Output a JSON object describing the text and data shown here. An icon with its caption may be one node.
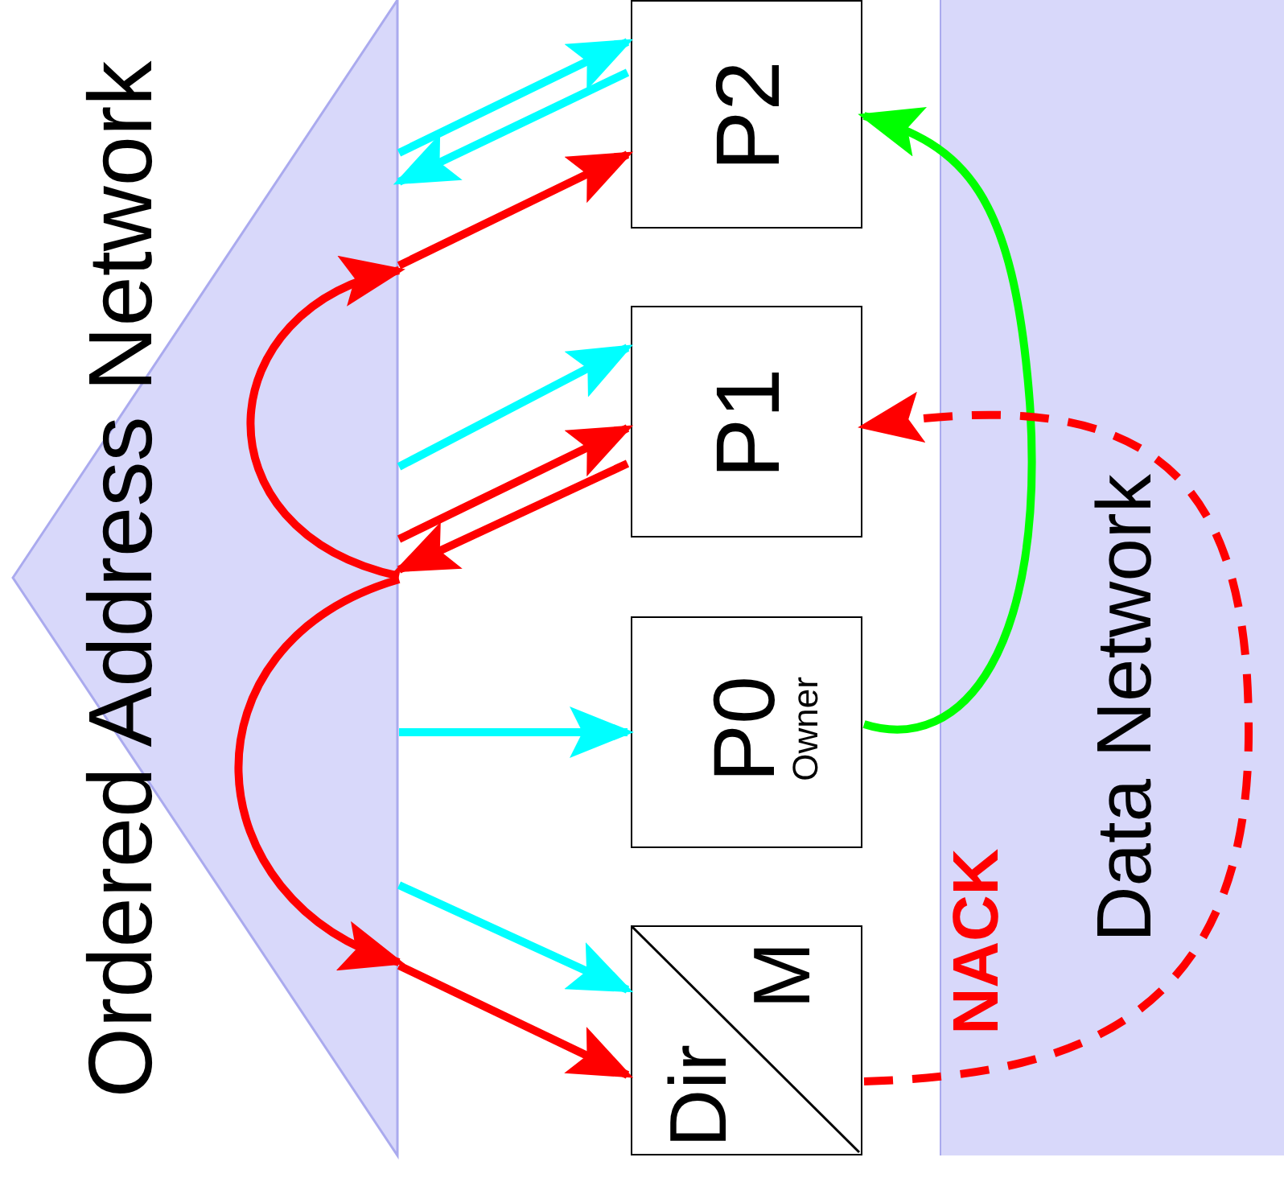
{
  "diagram": {
    "nodes": [
      {
        "text": [
          "Ordered Address Network"
        ]
      },
      {
        "text": [
          "P2"
        ]
      },
      {
        "text": [
          "P1"
        ]
      },
      {
        "text": [
          "P0",
          "Owner"
        ]
      },
      {
        "text": [
          "Dir",
          "M"
        ]
      }
    ],
    "edges": [
      {
        "from": 0,
        "to": 1,
        "arrow": "to",
        "color": "#00ffff"
      },
      {
        "from": 1,
        "to": 0,
        "arrow": "to",
        "color": "#00ffff"
      },
      {
        "from": 0,
        "to": 1,
        "arrow": "to"
      },
      {
        "from": 0,
        "to": 2,
        "arrow": "to",
        "color": "#00ffff"
      },
      {
        "from": 0,
        "to": 2,
        "arrow": "to"
      },
      {
        "from": 2,
        "to": 0,
        "arrow": "to"
      },
      {
        "from": 0,
        "to": 0,
        "arrow": "to"
      },
      {
        "from": 0,
        "to": 0,
        "arrow": "to"
      },
      {
        "from": 0,
        "to": 3,
        "arrow": "to",
        "color": "#00ffff"
      },
      {
        "from": 0,
        "to": 4,
        "arrow": "to",
        "color": "#00ffff"
      },
      {
        "from": 0,
        "to": 4,
        "arrow": "to"
      },
      {
        "from": 3,
        "to": 1,
        "arrow": "to",
        "color": "#00ff00"
      },
      {
        "from": 4,
        "to": 2,
        "arrow": "to",
        "label": "NACK",
        "style": "dashed"
      }
    ],
    "labels": [
      "Data Network"
    ]
  }
}
